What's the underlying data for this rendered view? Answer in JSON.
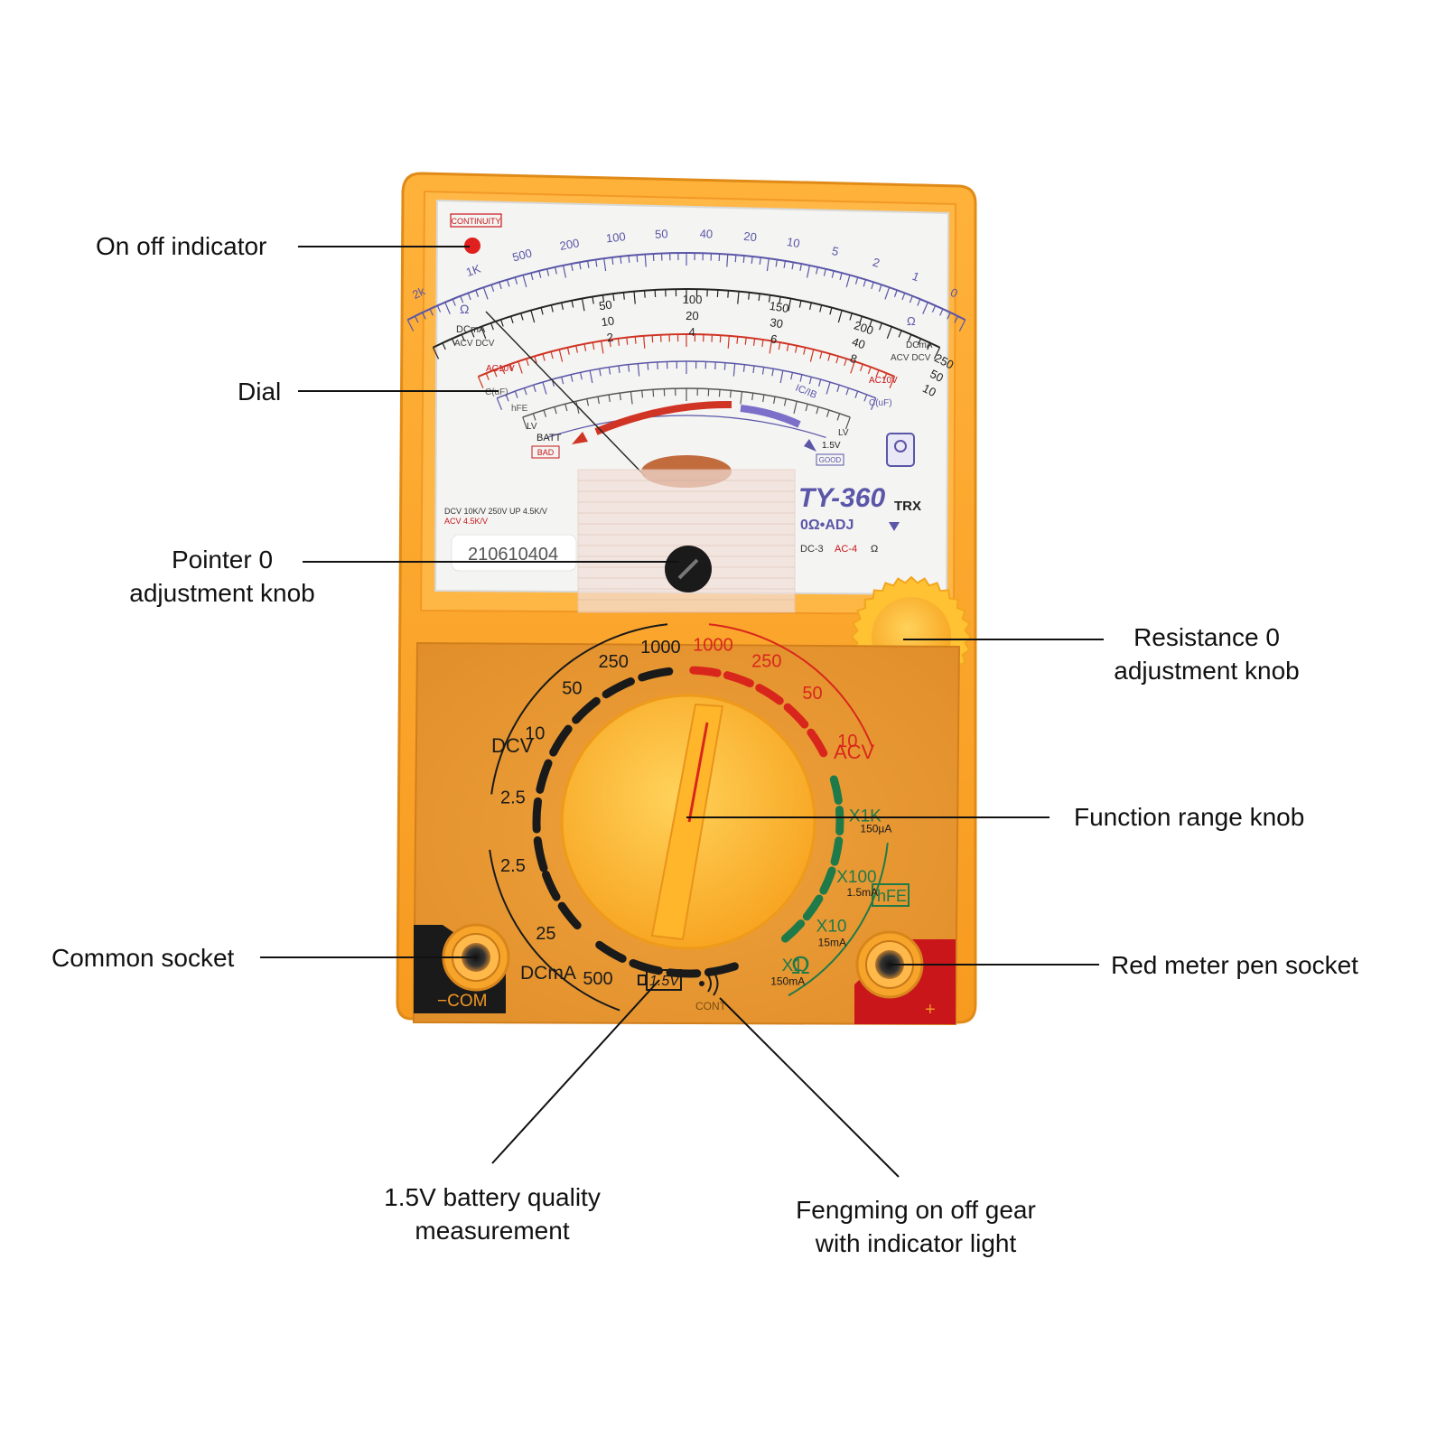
{
  "callouts": {
    "on_off_indicator": "On off indicator",
    "dial": "Dial",
    "pointer_zero_line1": "Pointer 0",
    "pointer_zero_line2": "adjustment knob",
    "resistance_zero_line1": "Resistance 0",
    "resistance_zero_line2": "adjustment knob",
    "function_range_knob": "Function range knob",
    "common_socket": "Common socket",
    "red_pen_socket": "Red meter pen socket",
    "battery_line1": "1.5V battery quality",
    "battery_line2": "measurement",
    "fengming_line1": "Fengming on off gear",
    "fengming_line2": "with indicator light"
  },
  "meter_face": {
    "continuity_badge": "CONTINUITY",
    "model": "TY-360",
    "model_suffix": "TRX",
    "zero_adj": "0Ω•ADJ",
    "serial": "210610404",
    "spec_line1": "DCV 10K/V 250V UP 4.5K/V",
    "spec_line2": "ACV 4.5K/V",
    "dc_code": "DC-3",
    "ac_code": "AC-4",
    "ohm_symbol": "Ω",
    "dcma_left": "DCmA",
    "acv_dcv_left": "ACV DCV",
    "dcma_right": "DCmA",
    "acv_dcv_right": "ACV DCV",
    "ac10v_left": "AC10V",
    "ac10v_right": "AC10V",
    "cuf_left": "C(uF)",
    "cuf_right": "C(uF)",
    "hfe_label": "hFE",
    "lv_left": "LV",
    "lv_right": "LV",
    "batt": "BATT",
    "bad": "BAD",
    "good": "GOOD",
    "v15": "1.5V",
    "icib": "IC/IB",
    "ohm_scale": [
      "2k",
      "1K",
      "500",
      "200",
      "100",
      "50",
      "40",
      "20",
      "10",
      "5",
      "2",
      "1",
      "0"
    ],
    "dc_scale_250": [
      "50",
      "100",
      "150",
      "200",
      "250"
    ],
    "dc_scale_50": [
      "10",
      "20",
      "30",
      "40",
      "50"
    ],
    "dc_scale_10": [
      "2",
      "4",
      "6",
      "8",
      "10"
    ]
  },
  "dial_plate": {
    "dcv": "DCV",
    "acv": "ACV",
    "dcma": "DCmA",
    "ohm": "Ω",
    "hfe": "hFE",
    "battery_setting": "1.5V",
    "cont": "CONT",
    "com": "−COM",
    "plus": "+",
    "dcv_ranges": [
      "1000",
      "250",
      "50",
      "10",
      "2.5"
    ],
    "acv_ranges": [
      "1000",
      "250",
      "50",
      "10"
    ],
    "dcma_ranges": [
      "2.5",
      "25",
      "500"
    ],
    "ohm_ranges": [
      {
        "mult": "X1K",
        "cur": "150µA"
      },
      {
        "mult": "X100",
        "cur": "1.5mA"
      },
      {
        "mult": "X10",
        "cur": "15mA"
      },
      {
        "mult": "X1",
        "cur": "150mA"
      }
    ]
  },
  "colors": {
    "body_orange": "#FFA62B",
    "knob_yellow": "#FFC233",
    "face_white": "#F4F4F2",
    "scale_blue": "#5A56A8",
    "scale_red": "#D03424",
    "dcv_black": "#1A1A1A",
    "acv_red": "#D9261C",
    "ohm_green": "#1F7A4A",
    "socket_red": "#C8161B"
  }
}
